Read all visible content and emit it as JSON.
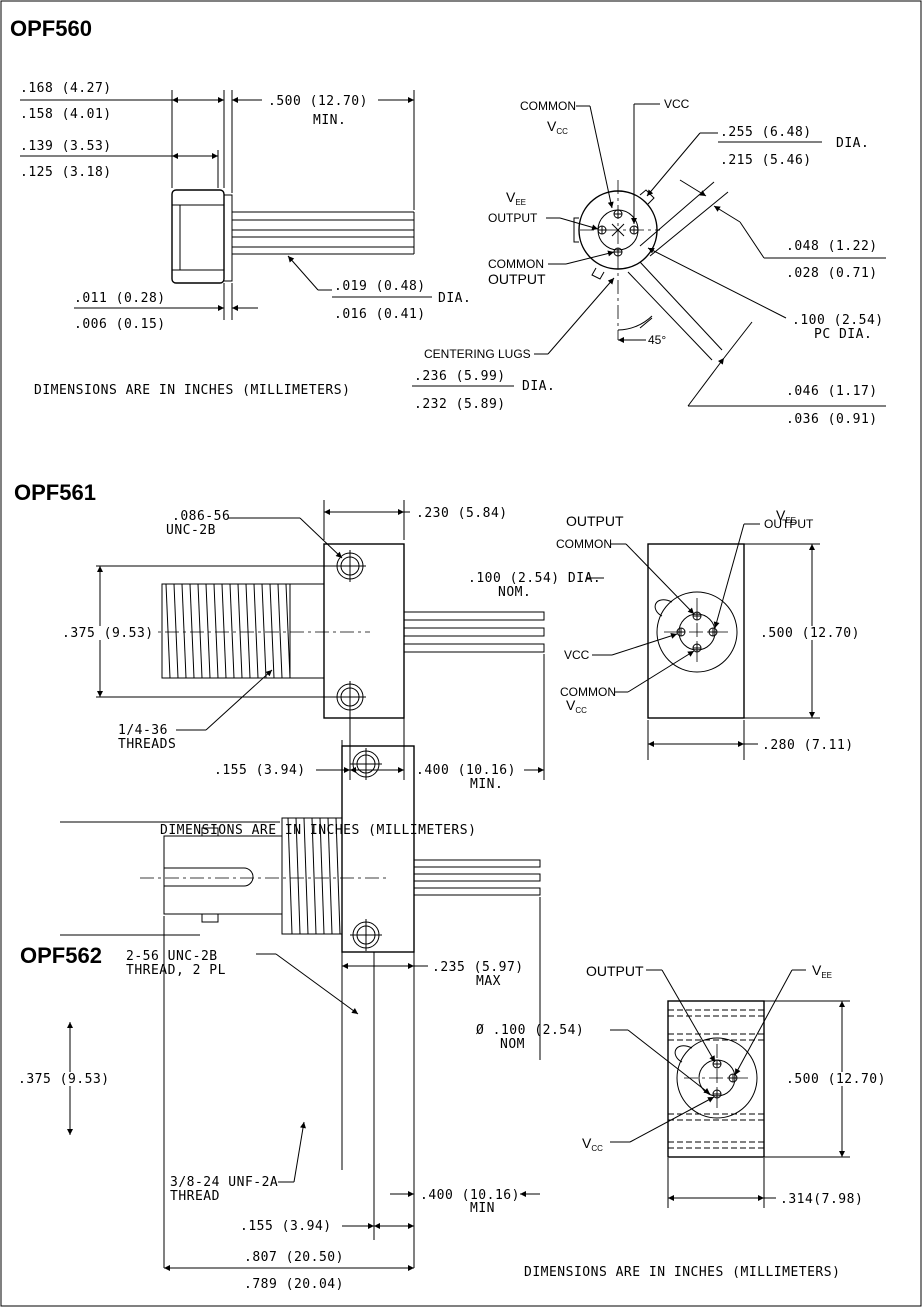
{
  "opf560": {
    "title": "OPF560",
    "dim_168": ".168 (4.27)",
    "dim_158": ".158 (4.01)",
    "dim_139": ".139 (3.53)",
    "dim_125": ".125 (3.18)",
    "dim_500": ".500 (12.70)",
    "min": "MIN.",
    "dim_011": ".011 (0.28)",
    "dim_006": ".006 (0.15)",
    "dim_019": ".019 (0.48)",
    "dim_016": ".016 (0.41)",
    "dia": "DIA.",
    "common_vcc": "COMMON",
    "vcc_sym": "V",
    "vcc_sub": "CC",
    "vcc": "VCC",
    "dim_255": ".255 (6.48)",
    "dim_215": ".215 (5.46)",
    "dia2": "DIA.",
    "vee_sym": "V",
    "vee_sub": "EE",
    "output": "OUTPUT",
    "common_output_1": "COMMON",
    "common_output_2": "OUTPUT",
    "dim_048": ".048 (1.22)",
    "dim_028": ".028 (0.71)",
    "dim_100": ".100 (2.54)",
    "pc_dia": "PC DIA.",
    "angle": "45°",
    "centering_lugs": "CENTERING LUGS",
    "dim_236": ".236 (5.99)",
    "dim_232": ".232 (5.89)",
    "dia3": "DIA.",
    "dim_046": ".046 (1.17)",
    "dim_036": ".036 (0.91)",
    "note": "DIMENSIONS ARE IN INCHES (MILLIMETERS)"
  },
  "opf561": {
    "title": "OPF561",
    "thread_1": ".086-56",
    "thread_2": "UNC-2B",
    "dim_230": ".230 (5.84)",
    "dim_100": ".100 (2.54) DIA.",
    "nom": "NOM.",
    "dim_375": ".375 (9.53)",
    "threads_1": "1/4-36",
    "threads_2": "THREADS",
    "dim_155": ".155 (3.94)",
    "dim_400": ".400 (10.16)",
    "min": "MIN.",
    "output": "OUTPUT",
    "common": "COMMON",
    "vee_sym": "V",
    "vee_sub": "EE",
    "output2": "OUTPUT",
    "vcc": "VCC",
    "common2": "COMMON",
    "vcc_sym": "V",
    "vcc_sub": "CC",
    "dim_500": ".500 (12.70)",
    "dim_280": ".280 (7.11)",
    "note": "DIMENSIONS ARE IN INCHES (MILLIMETERS)"
  },
  "opf562": {
    "title": "OPF562",
    "thread_1": "2-56 UNC-2B",
    "thread_2": "THREAD, 2 PL",
    "dim_235": ".235 (5.97)",
    "max": "MAX",
    "dim_100": "Ø .100 (2.54)",
    "nom": "NOM",
    "dim_375": ".375 (9.53)",
    "unf_1": "3/8-24 UNF-2A",
    "unf_2": "THREAD",
    "dim_400": ".400 (10.16)",
    "min": "MIN",
    "dim_155": ".155 (3.94)",
    "dim_807": ".807 (20.50)",
    "dim_789": ".789 (20.04)",
    "output": "OUTPUT",
    "vee_sym": "V",
    "vee_sub": "EE",
    "vcc_sym": "V",
    "vcc_sub": "CC",
    "dim_500": ".500 (12.70)",
    "dim_314": ".314(7.98)",
    "note": "DIMENSIONS ARE IN INCHES (MILLIMETERS)"
  }
}
